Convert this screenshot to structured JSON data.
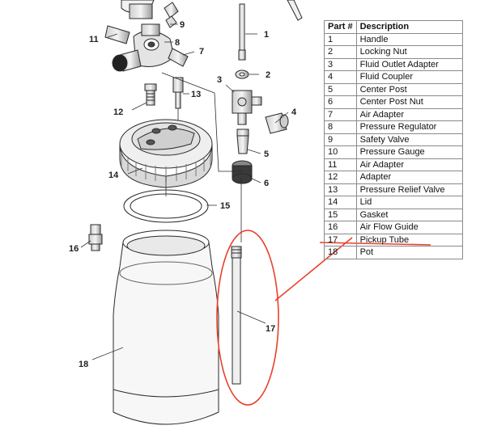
{
  "table": {
    "headers": {
      "part": "Part #",
      "description": "Description"
    },
    "rows": [
      {
        "part": "1",
        "description": "Handle"
      },
      {
        "part": "2",
        "description": "Locking Nut"
      },
      {
        "part": "3",
        "description": "Fluid Outlet Adapter"
      },
      {
        "part": "4",
        "description": "Fluid Coupler"
      },
      {
        "part": "5",
        "description": "Center Post"
      },
      {
        "part": "6",
        "description": "Center Post Nut"
      },
      {
        "part": "7",
        "description": "Air Adapter"
      },
      {
        "part": "8",
        "description": "Pressure Regulator"
      },
      {
        "part": "9",
        "description": "Safety Valve"
      },
      {
        "part": "10",
        "description": "Pressure Gauge"
      },
      {
        "part": "11",
        "description": "Air Adapter"
      },
      {
        "part": "12",
        "description": "Adapter"
      },
      {
        "part": "13",
        "description": "Pressure Relief Valve"
      },
      {
        "part": "14",
        "description": "Lid"
      },
      {
        "part": "15",
        "description": "Gasket"
      },
      {
        "part": "16",
        "description": "Air Flow Guide"
      },
      {
        "part": "17",
        "description": "Pickup Tube"
      },
      {
        "part": "18",
        "description": "Pot"
      }
    ]
  },
  "callouts": {
    "c1": "1",
    "c2": "2",
    "c3": "3",
    "c4": "4",
    "c5": "5",
    "c6": "6",
    "c7": "7",
    "c8": "8",
    "c9": "9",
    "c11": "11",
    "c12": "12",
    "c13": "13",
    "c14": "14",
    "c15": "15",
    "c16": "16",
    "c17": "17",
    "c18": "18"
  },
  "colors": {
    "annotation": "#e8412c",
    "line": "#2a2a2a"
  }
}
